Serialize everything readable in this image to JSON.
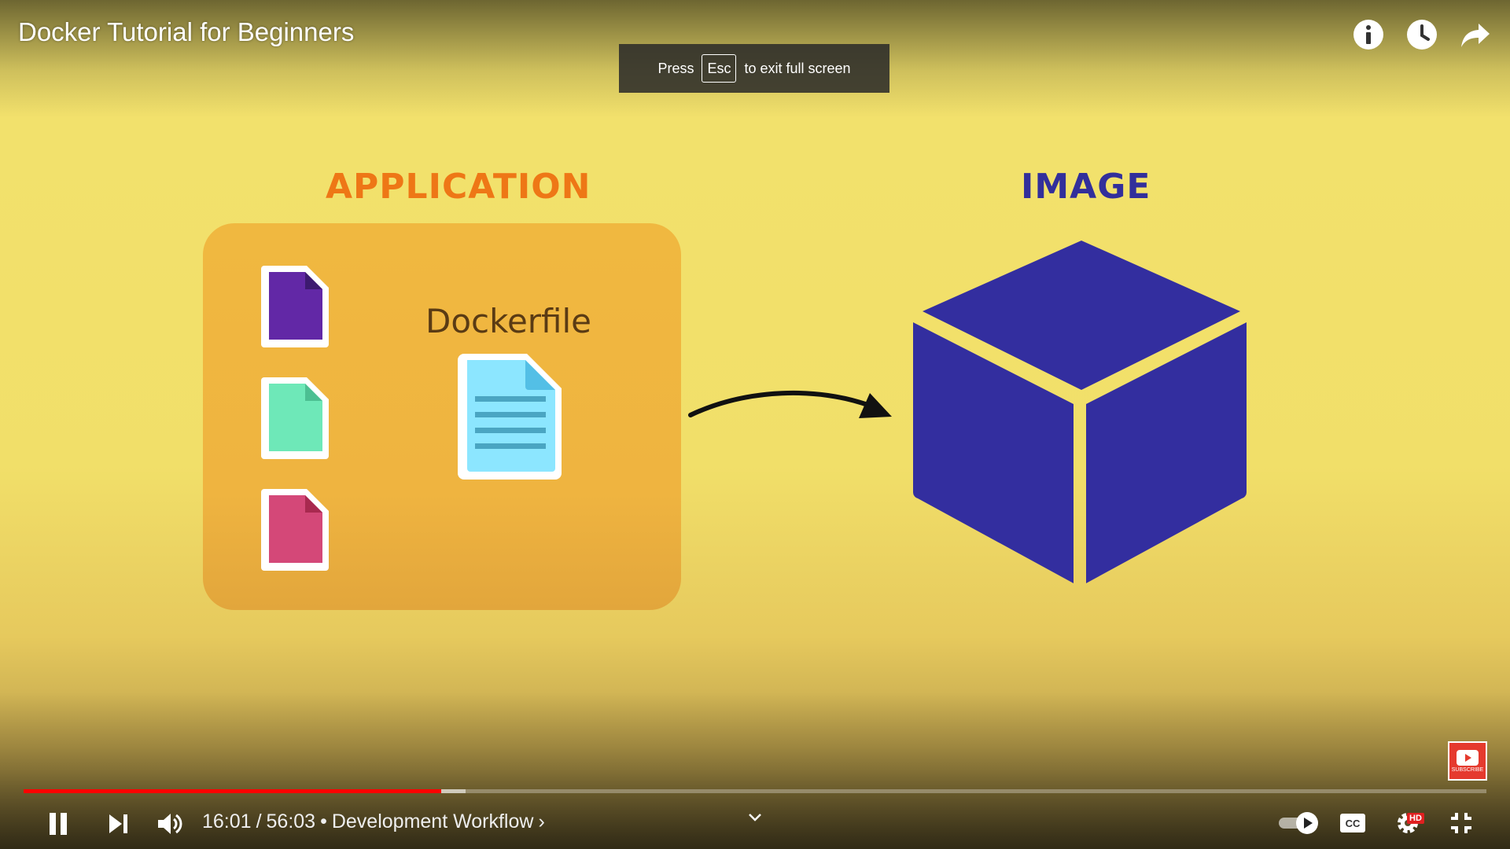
{
  "video": {
    "title": "Docker Tutorial for Beginners"
  },
  "toast": {
    "press": "Press",
    "key": "Esc",
    "rest": "to exit full screen"
  },
  "slide": {
    "application_label": "APPLICATION",
    "image_label": "IMAGE",
    "dockerfile_label": "Dockerfile"
  },
  "subscribe": {
    "label": "SUBSCRIBE"
  },
  "controls": {
    "current_time": "16:01",
    "separator": "/",
    "duration": "56:03",
    "bullet": "•",
    "chapter": "Development Workflow",
    "chapter_chevron": "›",
    "hd_badge": "HD",
    "progress_played_fraction": 0.2856,
    "progress_buffered_fraction": 0.302
  },
  "icons": {
    "info": "info-icon",
    "watch_later": "clock-icon",
    "share": "share-icon",
    "pause": "pause-icon",
    "next": "next-icon",
    "volume": "volume-icon",
    "chapter_expand": "chevron-down-icon",
    "autoplay": "autoplay-toggle-icon",
    "captions": "cc-icon",
    "settings": "gear-icon",
    "exit_fullscreen": "exit-fullscreen-icon"
  },
  "colors": {
    "application": "#ee7716",
    "image": "#322f9b",
    "progress_played": "#ff0000",
    "subscribe": "#e53a2e"
  }
}
